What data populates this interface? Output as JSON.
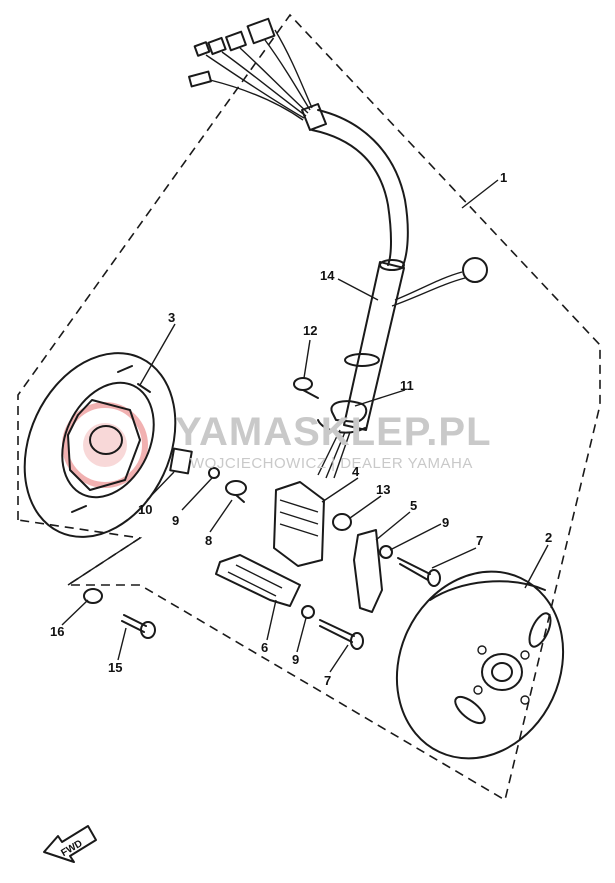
{
  "watermark": {
    "brand": "YAMASKLEP.PL",
    "subline": "WOJCIECHOWICZ | DEALER YAMAHA",
    "logo_color": "#e25555"
  },
  "direction_marker": "FWD",
  "parts": {
    "p1": "1",
    "p2": "2",
    "p3": "3",
    "p4": "4",
    "p5": "5",
    "p6": "6",
    "p7a": "7",
    "p7b": "7",
    "p8": "8",
    "p9a": "9",
    "p9b": "9",
    "p9c": "9",
    "p10": "10",
    "p11": "11",
    "p12": "12",
    "p13": "13",
    "p14": "14",
    "p15": "15",
    "p16": "16"
  }
}
